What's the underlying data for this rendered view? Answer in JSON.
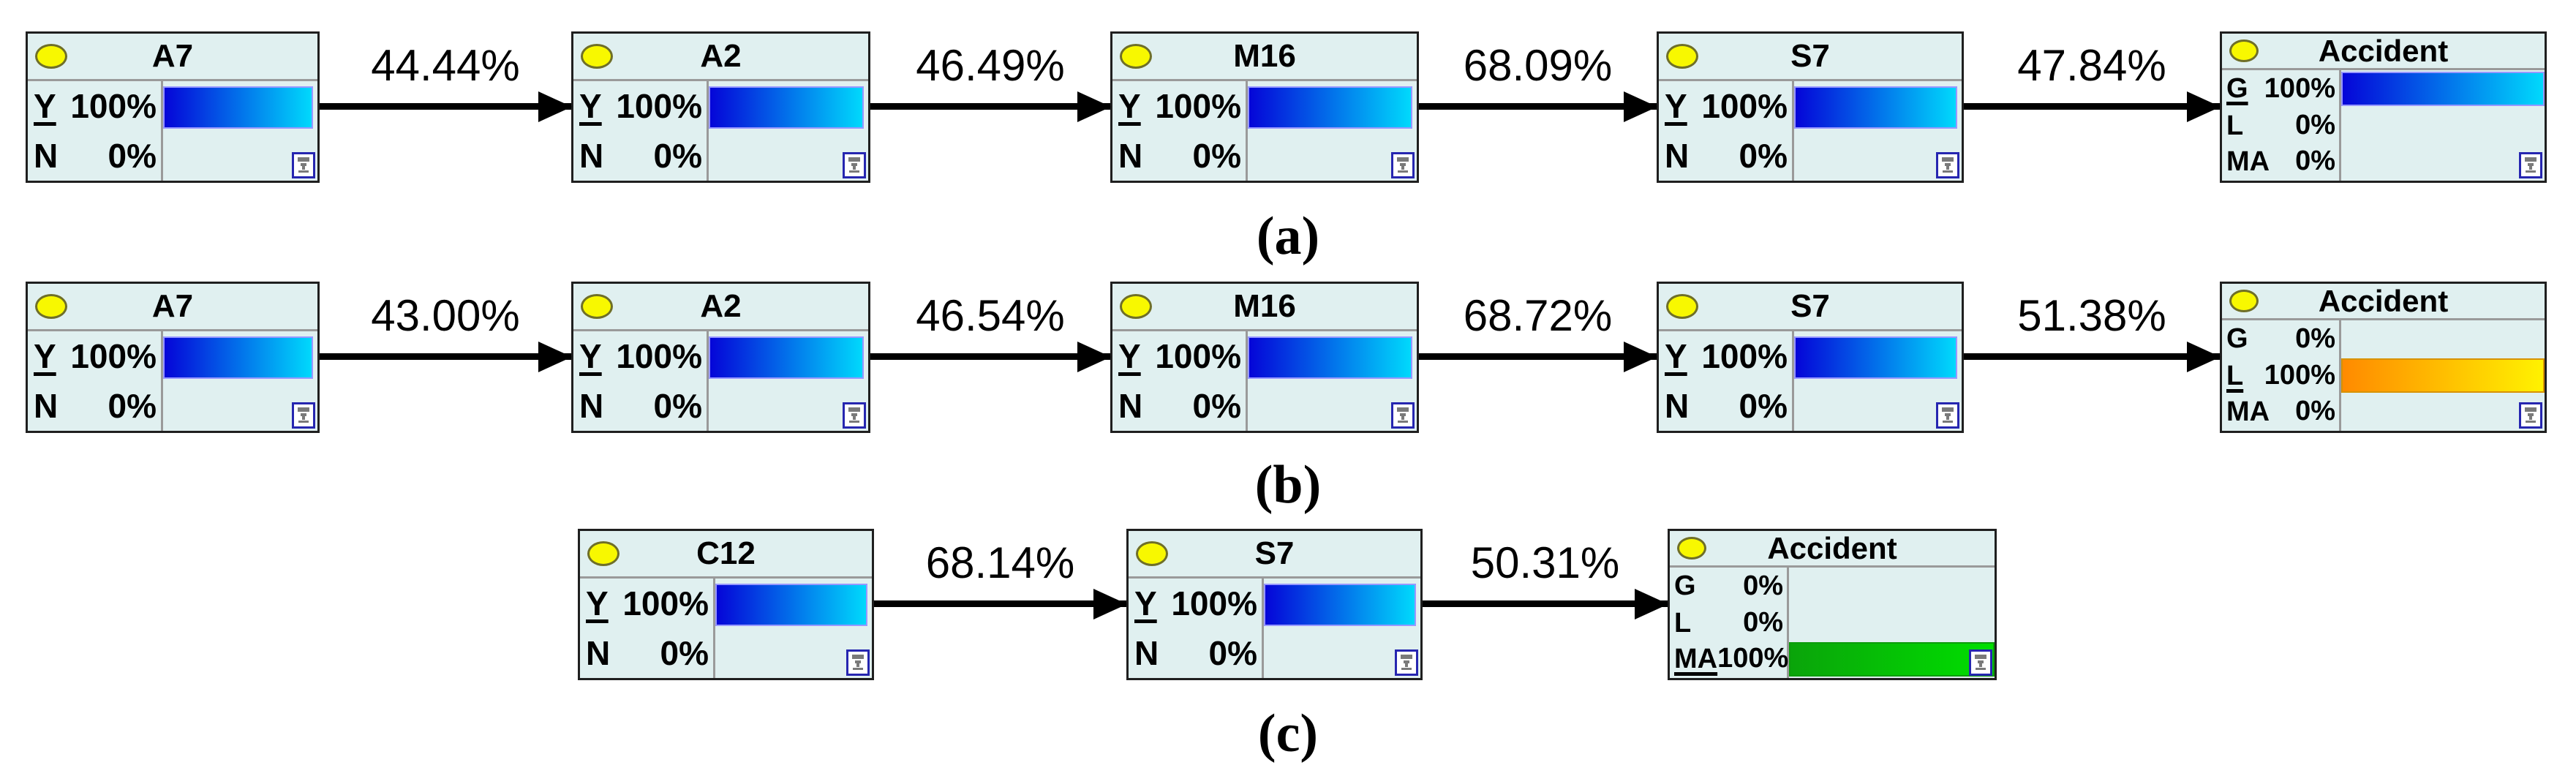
{
  "figure": {
    "description": "Bayesian network sensitivity chains",
    "accent_colors": {
      "node_background": "#e0f0f0",
      "bar_blue_start": "#0505d8",
      "bar_blue_end": "#00d9fc",
      "bar_orange_start": "#ff8a00",
      "bar_orange_end": "#fff200",
      "bar_green_start": "#0aa40a",
      "bar_green_end": "#00df00",
      "status_ellipse": "#f8f800"
    },
    "icons": {
      "node_status": "yellow-ellipse-icon",
      "node_corner": "corner-gauge-icon"
    }
  },
  "rows": [
    {
      "caption": "(a)",
      "nodes": [
        {
          "title": "A7",
          "bar": "blue",
          "states": [
            {
              "name": "Y",
              "value": "100%",
              "active": true
            },
            {
              "name": "N",
              "value": "0%",
              "active": false
            }
          ]
        },
        {
          "title": "A2",
          "bar": "blue",
          "states": [
            {
              "name": "Y",
              "value": "100%",
              "active": true
            },
            {
              "name": "N",
              "value": "0%",
              "active": false
            }
          ]
        },
        {
          "title": "M16",
          "bar": "blue",
          "states": [
            {
              "name": "Y",
              "value": "100%",
              "active": true
            },
            {
              "name": "N",
              "value": "0%",
              "active": false
            }
          ]
        },
        {
          "title": "S7",
          "bar": "blue",
          "states": [
            {
              "name": "Y",
              "value": "100%",
              "active": true
            },
            {
              "name": "N",
              "value": "0%",
              "active": false
            }
          ]
        },
        {
          "title": "Accident",
          "bar": "blue",
          "states": [
            {
              "name": "G",
              "value": "100%",
              "active": true
            },
            {
              "name": "L",
              "value": "0%",
              "active": false
            },
            {
              "name": "MA",
              "value": "0%",
              "active": false
            }
          ]
        }
      ],
      "arrows": [
        "44.44%",
        "46.49%",
        "68.09%",
        "47.84%"
      ]
    },
    {
      "caption": "(b)",
      "nodes": [
        {
          "title": "A7",
          "bar": "blue",
          "states": [
            {
              "name": "Y",
              "value": "100%",
              "active": true
            },
            {
              "name": "N",
              "value": "0%",
              "active": false
            }
          ]
        },
        {
          "title": "A2",
          "bar": "blue",
          "states": [
            {
              "name": "Y",
              "value": "100%",
              "active": true
            },
            {
              "name": "N",
              "value": "0%",
              "active": false
            }
          ]
        },
        {
          "title": "M16",
          "bar": "blue",
          "states": [
            {
              "name": "Y",
              "value": "100%",
              "active": true
            },
            {
              "name": "N",
              "value": "0%",
              "active": false
            }
          ]
        },
        {
          "title": "S7",
          "bar": "blue",
          "states": [
            {
              "name": "Y",
              "value": "100%",
              "active": true
            },
            {
              "name": "N",
              "value": "0%",
              "active": false
            }
          ]
        },
        {
          "title": "Accident",
          "bar": "orange",
          "states": [
            {
              "name": "G",
              "value": "0%",
              "active": false
            },
            {
              "name": "L",
              "value": "100%",
              "active": true
            },
            {
              "name": "MA",
              "value": "0%",
              "active": false
            }
          ]
        }
      ],
      "arrows": [
        "43.00%",
        "46.54%",
        "68.72%",
        "51.38%"
      ]
    },
    {
      "caption": "(c)",
      "nodes": [
        {
          "title": "C12",
          "bar": "blue",
          "states": [
            {
              "name": "Y",
              "value": "100%",
              "active": true
            },
            {
              "name": "N",
              "value": "0%",
              "active": false
            }
          ]
        },
        {
          "title": "S7",
          "bar": "blue",
          "states": [
            {
              "name": "Y",
              "value": "100%",
              "active": true
            },
            {
              "name": "N",
              "value": "0%",
              "active": false
            }
          ]
        },
        {
          "title": "Accident",
          "bar": "green",
          "states": [
            {
              "name": "G",
              "value": "0%",
              "active": false
            },
            {
              "name": "L",
              "value": "0%",
              "active": false
            },
            {
              "name": "MA",
              "value": "100%",
              "active": true
            }
          ]
        }
      ],
      "arrows": [
        "68.14%",
        "50.31%"
      ]
    }
  ]
}
